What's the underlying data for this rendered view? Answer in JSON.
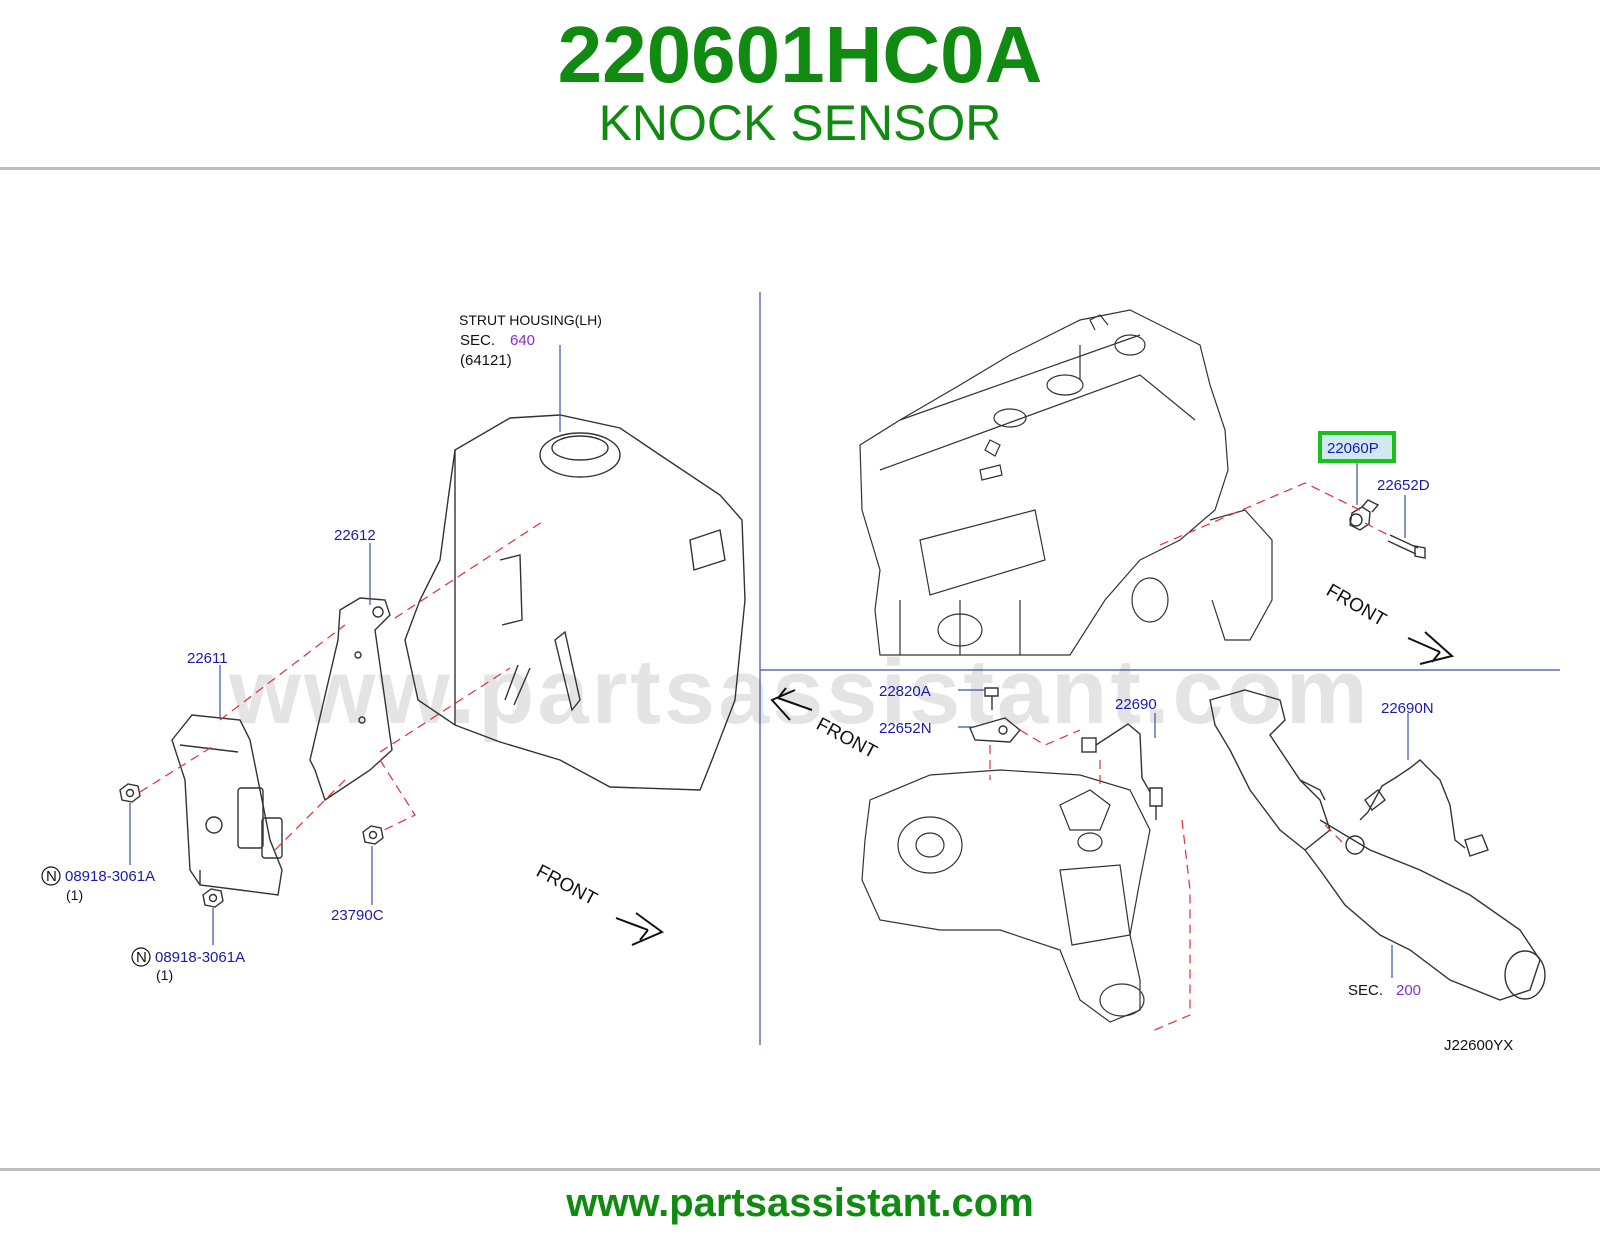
{
  "header": {
    "part_number": "220601HC0A",
    "part_name": "KNOCK SENSOR"
  },
  "footer": {
    "url": "www.partsassistant.com"
  },
  "watermark": "www.partsassistant.com",
  "colors": {
    "title": "#118a11",
    "part_label": "#1a1ab0",
    "section_number": "#8a2ccf",
    "leader_line": "#3a4fa8",
    "dashed_line": "#e03030",
    "highlight_box": "#19c219",
    "highlight_fill": "#cfe9ee"
  },
  "diagram": {
    "strut_housing": {
      "title": "STRUT   HOUSING(LH)",
      "sec_label": "SEC.",
      "sec_number": "640",
      "sub_part": "(64121)"
    },
    "parts": {
      "p22612": "22612",
      "p22611": "22611",
      "p23790c": "23790C",
      "p22060p": "22060P",
      "p22652d": "22652D",
      "p22820a": "22820A",
      "p22652n": "22652N",
      "p22690": "22690",
      "p22690n": "22690N"
    },
    "nuts": [
      {
        "marker": "N",
        "part": "08918-3061A",
        "qty": "(1)"
      },
      {
        "marker": "N",
        "part": "08918-3061A",
        "qty": "(1)"
      }
    ],
    "front_labels": [
      "FRONT",
      "FRONT",
      "FRONT"
    ],
    "sec_200": {
      "sec_label": "SEC.",
      "sec_number": "200"
    },
    "diagram_code": "J22600YX"
  }
}
